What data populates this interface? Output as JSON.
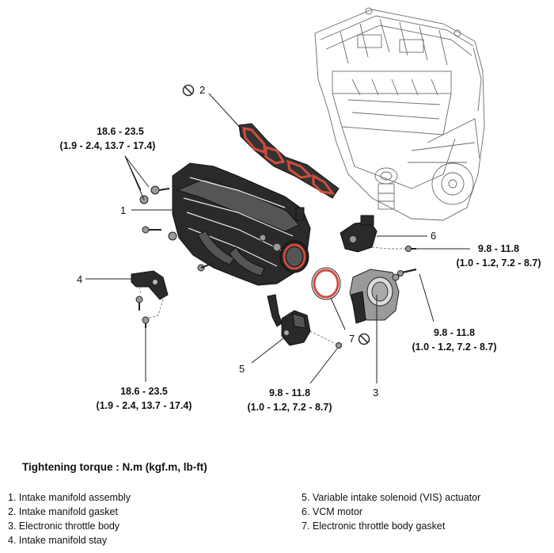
{
  "callouts": {
    "c1": "1",
    "c2": "2",
    "c3": "3",
    "c4": "4",
    "c5": "5",
    "c6": "6",
    "c7": "7"
  },
  "torques": {
    "t_top_left": {
      "nm": "18.6 - 23.5",
      "alt": "(1.9 - 2.4, 13.7 - 17.4)"
    },
    "t_bottom_left": {
      "nm": "18.6 - 23.5",
      "alt": "(1.9 - 2.4, 13.7 - 17.4)"
    },
    "t_right_upper": {
      "nm": "9.8 - 11.8",
      "alt": "(1.0 - 1.2, 7.2 - 8.7)"
    },
    "t_right_lower": {
      "nm": "9.8 - 11.8",
      "alt": "(1.0 - 1.2, 7.2 - 8.7)"
    },
    "t_bottom_mid": {
      "nm": "9.8 - 11.8",
      "alt": "(1.0 - 1.2, 7.2 - 8.7)"
    }
  },
  "tightening_title": "Tightening torque : N.m (kgf.m, lb-ft)",
  "legend_left": [
    "1. Intake manifold assembly",
    "2. Intake manifold gasket",
    "3. Electronic throttle body",
    "4. Intake manifold stay"
  ],
  "legend_right": [
    "5. Variable intake solenoid (VIS) actuator",
    "6. VCM motor",
    "7. Electronic throttle body gasket"
  ],
  "colors": {
    "gasket": "#d24b3c",
    "part": "#2a2a2a"
  },
  "icons": [
    "do-not-reuse-icon"
  ]
}
